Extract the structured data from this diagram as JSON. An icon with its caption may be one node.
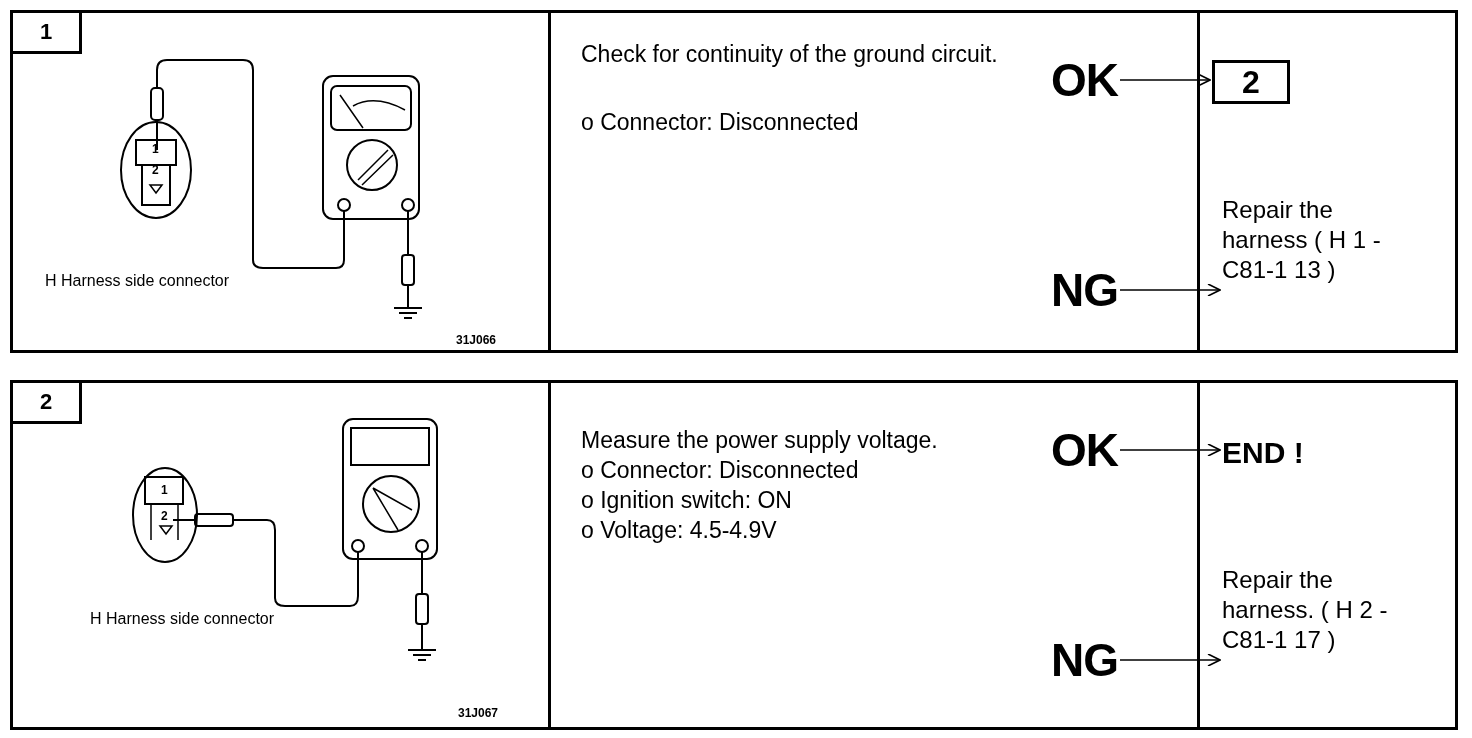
{
  "diagram": {
    "nodes": [
      {
        "text": [
          "1"
        ]
      },
      {
        "text": [
          "Check for continuity of the ground circuit.",
          "o Connector: Disconnected"
        ]
      },
      {
        "text": [
          "OK"
        ],
        "in": 1
      },
      {
        "text": [
          "NG"
        ],
        "in": 1
      },
      {
        "text": [
          "2"
        ]
      },
      {
        "text": [
          "Repair the harness ( H 1 - C81-1 13 )"
        ]
      },
      {
        "text": [
          "2"
        ]
      },
      {
        "text": [
          "Measure the power supply voltage.",
          "o Connector: Disconnected",
          "o Ignition switch: ON",
          "o Voltage: 4.5-4.9V"
        ]
      },
      {
        "text": [
          "OK"
        ],
        "in": 7
      },
      {
        "text": [
          "NG"
        ],
        "in": 7
      },
      {
        "text": [
          "END !"
        ]
      },
      {
        "text": [
          "Repair the harness. ( H 2 - C81-1 17 )"
        ]
      }
    ],
    "edges": [
      {
        "from": 2,
        "to": 4,
        "arrow": "to"
      },
      {
        "from": 3,
        "to": 5,
        "arrow": "to"
      },
      {
        "from": 8,
        "to": 10,
        "arrow": "to"
      },
      {
        "from": 9,
        "to": 11,
        "arrow": "to"
      }
    ],
    "labels": [
      "1",
      "2",
      "H Harness side connector",
      "31J066",
      "1",
      "2",
      "H Harness side connector",
      "31J067"
    ]
  }
}
